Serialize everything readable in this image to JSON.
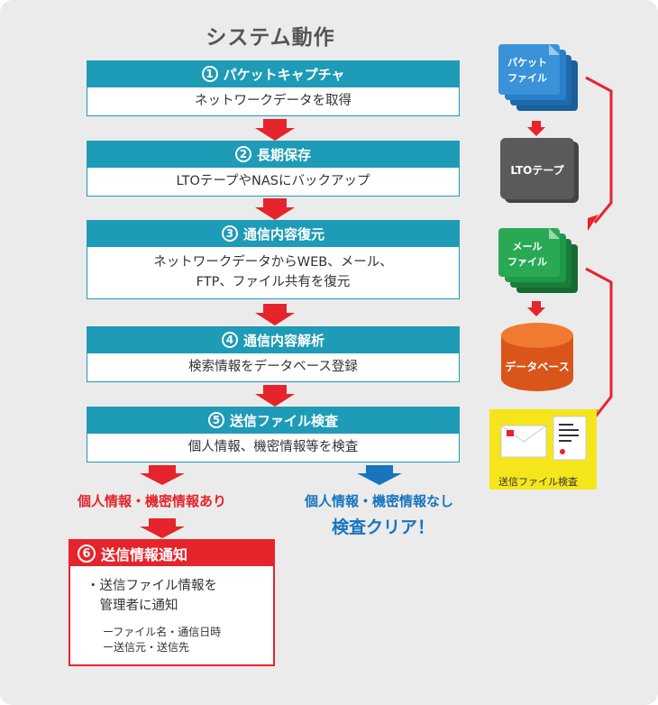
{
  "title": "システム動作",
  "steps": [
    {
      "num": "1",
      "title": "パケットキャプチャ",
      "desc": [
        "ネットワークデータを取得"
      ]
    },
    {
      "num": "2",
      "title": "長期保存",
      "desc": [
        "LTOテープやNASにバックアップ"
      ]
    },
    {
      "num": "3",
      "title": "通信内容復元",
      "desc": [
        "ネットワークデータからWEB、メール、",
        "FTP、ファイル共有を復元"
      ]
    },
    {
      "num": "4",
      "title": "通信内容解析",
      "desc": [
        "検索情報をデータベース登録"
      ]
    },
    {
      "num": "5",
      "title": "送信ファイル検査",
      "desc": [
        "個人情報、機密情報等を検査"
      ]
    }
  ],
  "branch": {
    "positive_label": "個人情報・機密情報あり",
    "negative_label": "個人情報・機密情報なし",
    "negative_result": "検査クリア！"
  },
  "alert": {
    "num": "6",
    "title": "送信情報通知",
    "lines": [
      "・送信ファイル情報を",
      "　管理者に通知"
    ],
    "sub_lines": [
      "ーファイル名・通信日時",
      "ー送信元・送信先"
    ]
  },
  "icons": {
    "packet_file": [
      "パケット",
      "ファイル"
    ],
    "lto_tape": "LTOテープ",
    "mail_file": [
      "メール",
      "ファイル"
    ],
    "database": "データベース",
    "file_inspection": "送信ファイル検査"
  },
  "colors": {
    "step_teal": "#1e9bb6",
    "alert_red": "#e5242b",
    "clear_blue": "#1774bd",
    "packet_blue": "#2a7fc9",
    "tape_gray": "#555555",
    "mail_green": "#1f9a48",
    "database_orange": "#e0621c",
    "inspect_yellow": "#f5e61c"
  }
}
